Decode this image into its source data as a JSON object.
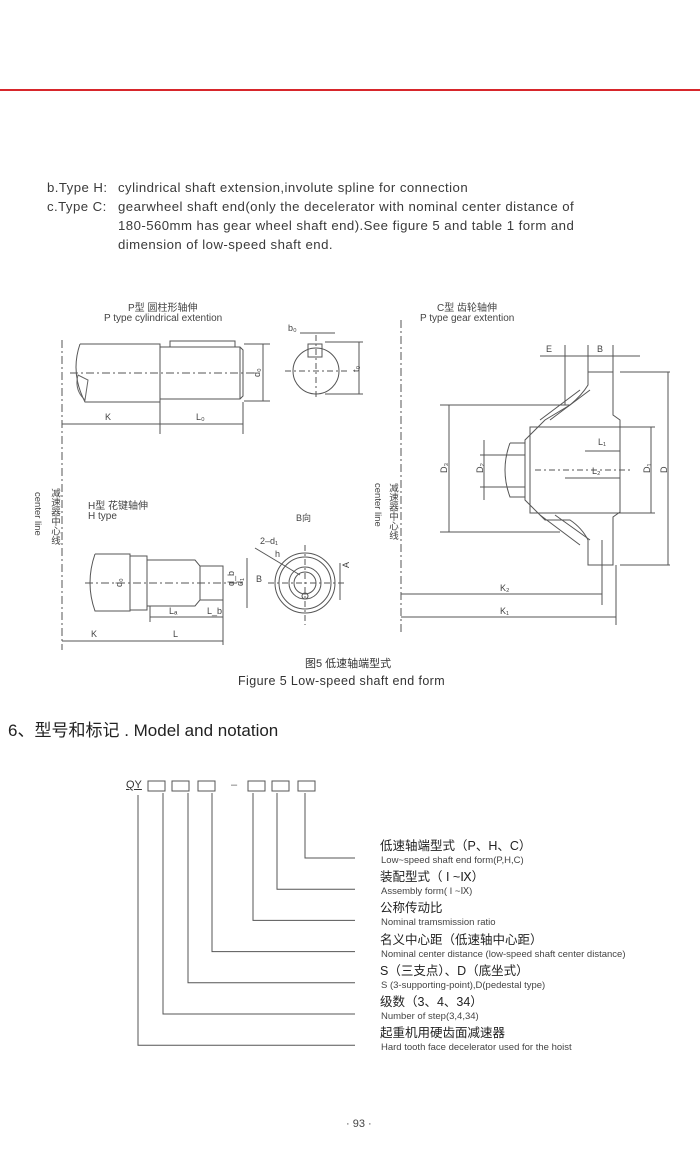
{
  "accent_color": "#d7262b",
  "intro": {
    "line_b_prefix": "b.Type H:",
    "line_b_text": "cylindrical shaft extension,involute spline for connection",
    "line_c_prefix": "c.Type C:",
    "line_c_text1": "gearwheel shaft end(only the decelerator with nominal center distance of",
    "line_c_text2": "180-560mm has gear wheel shaft end).See figure 5 and table 1 form and",
    "line_c_text3": "dimension of low-speed shaft end."
  },
  "figure": {
    "p_type_cn": "P型  圆柱形轴伸",
    "p_type_en": "P type cylindrical extention",
    "h_type_cn": "H型  花键轴伸",
    "h_type_en": "H type",
    "c_type_cn": "C型  齿轮轴伸",
    "c_type_en": "P type gear extention",
    "center_line_cn": "减速器中心线",
    "center_line_en": "center line",
    "b_view": "B向",
    "labels": {
      "K": "K",
      "L0": "L₀",
      "d0": "d₀",
      "b0": "b₀",
      "t0": "t₀",
      "L": "L",
      "La": "Lₐ",
      "Lb": "L_b",
      "d1": "d₁",
      "db": "d_b",
      "two_d1": "2–d₁",
      "h": "h",
      "A": "A",
      "B": "B",
      "E": "E",
      "L1": "L₁",
      "L2": "L₂",
      "D": "D",
      "D1": "D₁",
      "D2": "D₂",
      "D3": "D₃",
      "K1": "K₁",
      "K2": "K₂"
    },
    "caption_cn": "图5 低速轴端型式",
    "caption_en": "Figure 5  Low-speed shaft end form"
  },
  "section": {
    "heading_cn": "6、型号和标记",
    "heading_en": ". Model and notation"
  },
  "notation": {
    "prefix": "QY",
    "dash": "–",
    "items": [
      {
        "cn": "低速轴端型式（P、H、C）",
        "en": "Low~speed shaft end form(P,H,C)"
      },
      {
        "cn": "装配型式（ I ~Ⅸ）",
        "en": "Assembly form( I ~Ⅸ)"
      },
      {
        "cn": "公称传动比",
        "en": "Nominal tramsmission ratio"
      },
      {
        "cn": "名义中心距（低速轴中心距）",
        "en": "Nominal center distance (low-speed shaft center distance)"
      },
      {
        "cn": "S（三支点）、D（底坐式）",
        "en": "S (3-supporting-point),D(pedestal type)"
      },
      {
        "cn": "级数（3、4、34）",
        "en": "Number of step(3,4,34)"
      },
      {
        "cn": "起重机用硬齿面减速器",
        "en": "Hard tooth face decelerator used for the hoist"
      }
    ]
  },
  "page_number": "· 93 ·"
}
